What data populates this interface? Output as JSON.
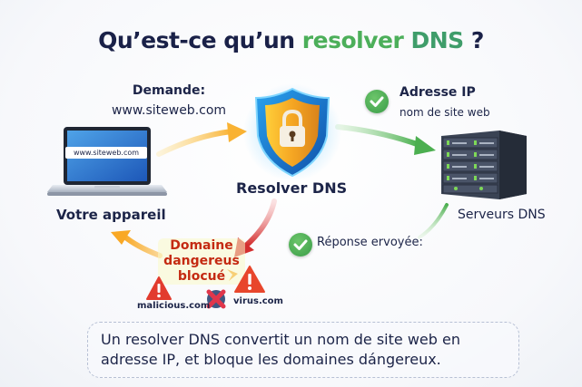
{
  "title": {
    "part1": "Qu’est-ce qu’un ",
    "part2": "resolver ",
    "part3": "DNS",
    "part4": " ?"
  },
  "request": {
    "label": "Demande:",
    "url": "www.siteweb.com"
  },
  "ip_response": {
    "title": "Adresse IP",
    "subtitle": "nom de site web",
    "icon": "check-circle-icon"
  },
  "nodes": {
    "device": {
      "label": "Votre appareil",
      "screen_url": "www.siteweb.com",
      "icon": "laptop-icon"
    },
    "resolver": {
      "label": "Resolver DNS",
      "icon": "shield-lock-icon"
    },
    "servers": {
      "label": "Serveurs DNS",
      "icon": "server-rack-icon"
    }
  },
  "response_sent": {
    "label": "Réponse ervoyée:",
    "icon": "check-circle-icon"
  },
  "blocked": {
    "label_lines": [
      "Domaine",
      "dangereus",
      "blocué"
    ],
    "domains": [
      "malicious.com",
      "virus.com"
    ],
    "icons": [
      "warning-icon",
      "blocked-x-icon"
    ]
  },
  "note": {
    "text": "Un resolver DNS convertit un nom de site web en adresse IP, et bloque les domaines dángereux."
  },
  "colors": {
    "title_dark": "#1a2148",
    "title_green": "#4caf5a",
    "arrow_orange": "#f9b233",
    "arrow_green": "#4caf50",
    "arrow_red": "#d32f2f",
    "danger_text": "#c42a12",
    "check_green": "#43a84f"
  }
}
